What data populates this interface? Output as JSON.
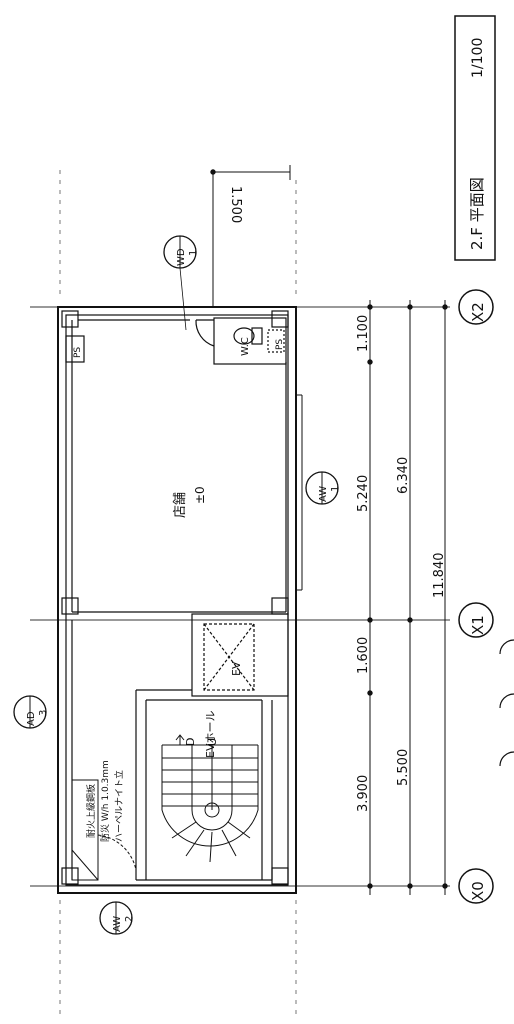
{
  "title_block": {
    "title": "2.F 平面図",
    "scale": "1/100"
  },
  "grid_markers": {
    "x0": "X0",
    "x1": "X1",
    "x2": "X2"
  },
  "dimensions": {
    "d_1100": "1.100",
    "d_5240": "5.240",
    "d_1600": "1.600",
    "d_3900": "3.900",
    "d_6340": "6.340",
    "d_5500": "5.500",
    "d_11840": "11.840",
    "d_1500": "1.500"
  },
  "tags": {
    "wd_top": "WD",
    "wd_bottom": "1",
    "aw1_top": "AW",
    "aw1_bottom": "1",
    "ad_top": "AD",
    "ad_bottom": "3",
    "aw2_top": "AW",
    "aw2_bottom": "2"
  },
  "rooms": {
    "main_name": "店舗",
    "main_level": "±0",
    "wc": "W.C",
    "ps_top": "PS",
    "ps_right": "PS",
    "ev": "EV",
    "ev_hall": "EVホール",
    "stair_d": "D",
    "stair_u": "U"
  },
  "notes": {
    "line1": "耐火上級鋼板",
    "line2": "防災 W/h 1.0.3mm",
    "line3": "ハーペルナイト立"
  }
}
